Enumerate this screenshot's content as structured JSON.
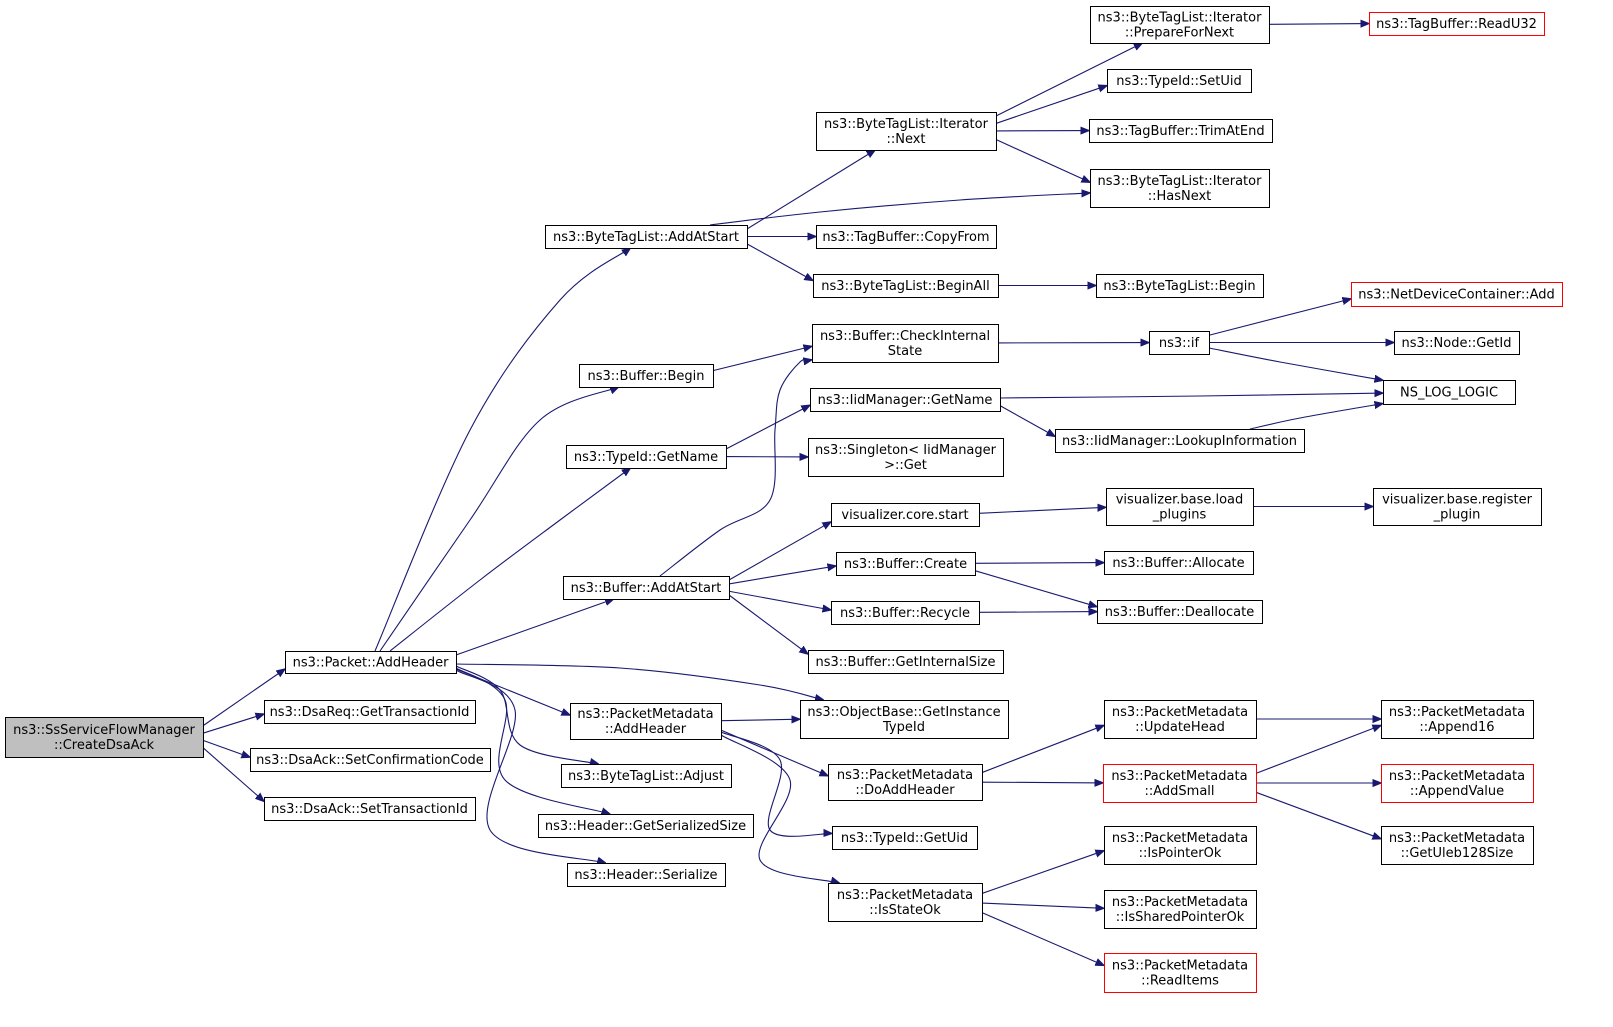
{
  "colors": {
    "edge": "#191970",
    "border_normal": "#000000",
    "border_truncated": "#ff0000",
    "fill_root": "#bfbfbf",
    "fill_normal": "#ffffff"
  },
  "nodes": [
    {
      "id": "root",
      "lines": [
        "ns3::SsServiceFlowManager",
        "::CreateDsaAck"
      ],
      "style": "root"
    },
    {
      "id": "addheader",
      "lines": [
        "ns3::Packet::AddHeader"
      ],
      "style": "normal"
    },
    {
      "id": "dsareq_gettid",
      "lines": [
        "ns3::DsaReq::GetTransactionId"
      ],
      "style": "normal"
    },
    {
      "id": "dsaack_setcc",
      "lines": [
        "ns3::DsaAck::SetConfirmationCode"
      ],
      "style": "normal"
    },
    {
      "id": "dsaack_settid",
      "lines": [
        "ns3::DsaAck::SetTransactionId"
      ],
      "style": "normal"
    },
    {
      "id": "btl_addatstart",
      "lines": [
        "ns3::ByteTagList::AddAtStart"
      ],
      "style": "normal"
    },
    {
      "id": "buffer_begin",
      "lines": [
        "ns3::Buffer::Begin"
      ],
      "style": "normal"
    },
    {
      "id": "typeid_getname",
      "lines": [
        "ns3::TypeId::GetName"
      ],
      "style": "normal"
    },
    {
      "id": "buffer_addatstart",
      "lines": [
        "ns3::Buffer::AddAtStart"
      ],
      "style": "normal"
    },
    {
      "id": "pm_addheader",
      "lines": [
        "ns3::PacketMetadata",
        "::AddHeader"
      ],
      "style": "normal"
    },
    {
      "id": "btl_adjust",
      "lines": [
        "ns3::ByteTagList::Adjust"
      ],
      "style": "normal"
    },
    {
      "id": "header_getsersize",
      "lines": [
        "ns3::Header::GetSerializedSize"
      ],
      "style": "normal"
    },
    {
      "id": "header_serialize",
      "lines": [
        "ns3::Header::Serialize"
      ],
      "style": "normal"
    },
    {
      "id": "btl_it_next",
      "lines": [
        "ns3::ByteTagList::Iterator",
        "::Next"
      ],
      "style": "normal"
    },
    {
      "id": "tagbuf_copyfrom",
      "lines": [
        "ns3::TagBuffer::CopyFrom"
      ],
      "style": "normal"
    },
    {
      "id": "btl_beginall",
      "lines": [
        "ns3::ByteTagList::BeginAll"
      ],
      "style": "normal"
    },
    {
      "id": "buffer_checkinternal",
      "lines": [
        "ns3::Buffer::CheckInternal",
        "State"
      ],
      "style": "normal"
    },
    {
      "id": "iidmgr_getname",
      "lines": [
        "ns3::IidManager::GetName"
      ],
      "style": "normal"
    },
    {
      "id": "singleton_get",
      "lines": [
        "ns3::Singleton< IidManager",
        ">::Get"
      ],
      "style": "normal"
    },
    {
      "id": "viz_core_start",
      "lines": [
        "visualizer.core.start"
      ],
      "style": "normal"
    },
    {
      "id": "buffer_create",
      "lines": [
        "ns3::Buffer::Create"
      ],
      "style": "normal"
    },
    {
      "id": "buffer_recycle",
      "lines": [
        "ns3::Buffer::Recycle"
      ],
      "style": "normal"
    },
    {
      "id": "buffer_getinternalsize",
      "lines": [
        "ns3::Buffer::GetInternalSize"
      ],
      "style": "normal"
    },
    {
      "id": "objbase_getinsttid",
      "lines": [
        "ns3::ObjectBase::GetInstance",
        "TypeId"
      ],
      "style": "normal"
    },
    {
      "id": "pm_doaddheader",
      "lines": [
        "ns3::PacketMetadata",
        "::DoAddHeader"
      ],
      "style": "normal"
    },
    {
      "id": "typeid_getuid",
      "lines": [
        "ns3::TypeId::GetUid"
      ],
      "style": "normal"
    },
    {
      "id": "pm_isstateok",
      "lines": [
        "ns3::PacketMetadata",
        "::IsStateOk"
      ],
      "style": "normal"
    },
    {
      "id": "btl_it_preparefornext",
      "lines": [
        "ns3::ByteTagList::Iterator",
        "::PrepareForNext"
      ],
      "style": "normal"
    },
    {
      "id": "typeid_setuid",
      "lines": [
        "ns3::TypeId::SetUid"
      ],
      "style": "normal"
    },
    {
      "id": "tagbuf_trimatend",
      "lines": [
        "ns3::TagBuffer::TrimAtEnd"
      ],
      "style": "normal"
    },
    {
      "id": "btl_it_hasnext",
      "lines": [
        "ns3::ByteTagList::Iterator",
        "::HasNext"
      ],
      "style": "normal"
    },
    {
      "id": "btl_begin",
      "lines": [
        "ns3::ByteTagList::Begin"
      ],
      "style": "normal"
    },
    {
      "id": "ns3_if",
      "lines": [
        "ns3::if"
      ],
      "style": "normal"
    },
    {
      "id": "iidmgr_lookupinfo",
      "lines": [
        "ns3::IidManager::LookupInformation"
      ],
      "style": "normal"
    },
    {
      "id": "viz_base_loadplugins",
      "lines": [
        "visualizer.base.load",
        "_plugins"
      ],
      "style": "normal"
    },
    {
      "id": "buffer_allocate",
      "lines": [
        "ns3::Buffer::Allocate"
      ],
      "style": "normal"
    },
    {
      "id": "buffer_deallocate",
      "lines": [
        "ns3::Buffer::Deallocate"
      ],
      "style": "normal"
    },
    {
      "id": "pm_updatehead",
      "lines": [
        "ns3::PacketMetadata",
        "::UpdateHead"
      ],
      "style": "normal"
    },
    {
      "id": "pm_addsmall",
      "lines": [
        "ns3::PacketMetadata",
        "::AddSmall"
      ],
      "style": "truncated"
    },
    {
      "id": "pm_ispointerok",
      "lines": [
        "ns3::PacketMetadata",
        "::IsPointerOk"
      ],
      "style": "normal"
    },
    {
      "id": "pm_issharedpointerok",
      "lines": [
        "ns3::PacketMetadata",
        "::IsSharedPointerOk"
      ],
      "style": "normal"
    },
    {
      "id": "pm_readitems",
      "lines": [
        "ns3::PacketMetadata",
        "::ReadItems"
      ],
      "style": "truncated"
    },
    {
      "id": "tagbuf_readu32",
      "lines": [
        "ns3::TagBuffer::ReadU32"
      ],
      "style": "truncated"
    },
    {
      "id": "netdevcont_add",
      "lines": [
        "ns3::NetDeviceContainer::Add"
      ],
      "style": "truncated"
    },
    {
      "id": "node_getid",
      "lines": [
        "ns3::Node::GetId"
      ],
      "style": "normal"
    },
    {
      "id": "ns_log_logic",
      "lines": [
        "NS_LOG_LOGIC"
      ],
      "style": "normal"
    },
    {
      "id": "viz_base_registerplugin",
      "lines": [
        "visualizer.base.register",
        "_plugin"
      ],
      "style": "normal"
    },
    {
      "id": "pm_append16",
      "lines": [
        "ns3::PacketMetadata",
        "::Append16"
      ],
      "style": "normal"
    },
    {
      "id": "pm_appendvalue",
      "lines": [
        "ns3::PacketMetadata",
        "::AppendValue"
      ],
      "style": "truncated"
    },
    {
      "id": "pm_getuleb128size",
      "lines": [
        "ns3::PacketMetadata",
        "::GetUleb128Size"
      ],
      "style": "normal"
    }
  ],
  "edges": [
    [
      "root",
      "addheader"
    ],
    [
      "root",
      "dsareq_gettid"
    ],
    [
      "root",
      "dsaack_setcc"
    ],
    [
      "root",
      "dsaack_settid"
    ],
    [
      "addheader",
      "btl_addatstart"
    ],
    [
      "addheader",
      "buffer_begin"
    ],
    [
      "addheader",
      "typeid_getname"
    ],
    [
      "addheader",
      "buffer_addatstart"
    ],
    [
      "addheader",
      "objbase_getinsttid"
    ],
    [
      "addheader",
      "pm_addheader"
    ],
    [
      "addheader",
      "btl_adjust"
    ],
    [
      "addheader",
      "header_getsersize"
    ],
    [
      "addheader",
      "header_serialize"
    ],
    [
      "btl_addatstart",
      "btl_it_next"
    ],
    [
      "btl_addatstart",
      "btl_it_hasnext"
    ],
    [
      "btl_addatstart",
      "tagbuf_copyfrom"
    ],
    [
      "btl_addatstart",
      "btl_beginall"
    ],
    [
      "btl_it_next",
      "btl_it_preparefornext"
    ],
    [
      "btl_it_next",
      "typeid_setuid"
    ],
    [
      "btl_it_next",
      "tagbuf_trimatend"
    ],
    [
      "btl_it_next",
      "btl_it_hasnext"
    ],
    [
      "btl_it_preparefornext",
      "tagbuf_readu32"
    ],
    [
      "btl_beginall",
      "btl_begin"
    ],
    [
      "buffer_begin",
      "buffer_checkinternal"
    ],
    [
      "buffer_checkinternal",
      "ns3_if"
    ],
    [
      "ns3_if",
      "netdevcont_add"
    ],
    [
      "ns3_if",
      "node_getid"
    ],
    [
      "ns3_if",
      "ns_log_logic"
    ],
    [
      "typeid_getname",
      "iidmgr_getname"
    ],
    [
      "typeid_getname",
      "singleton_get"
    ],
    [
      "iidmgr_getname",
      "ns_log_logic"
    ],
    [
      "iidmgr_getname",
      "iidmgr_lookupinfo"
    ],
    [
      "iidmgr_lookupinfo",
      "ns_log_logic"
    ],
    [
      "buffer_addatstart",
      "buffer_checkinternal"
    ],
    [
      "buffer_addatstart",
      "viz_core_start"
    ],
    [
      "buffer_addatstart",
      "buffer_create"
    ],
    [
      "buffer_addatstart",
      "buffer_recycle"
    ],
    [
      "buffer_addatstart",
      "buffer_getinternalsize"
    ],
    [
      "viz_core_start",
      "viz_base_loadplugins"
    ],
    [
      "viz_base_loadplugins",
      "viz_base_registerplugin"
    ],
    [
      "buffer_create",
      "buffer_allocate"
    ],
    [
      "buffer_create",
      "buffer_deallocate"
    ],
    [
      "buffer_recycle",
      "buffer_deallocate"
    ],
    [
      "pm_addheader",
      "objbase_getinsttid"
    ],
    [
      "pm_addheader",
      "pm_doaddheader"
    ],
    [
      "pm_addheader",
      "typeid_getuid"
    ],
    [
      "pm_addheader",
      "pm_isstateok"
    ],
    [
      "pm_doaddheader",
      "pm_updatehead"
    ],
    [
      "pm_doaddheader",
      "pm_addsmall"
    ],
    [
      "pm_updatehead",
      "pm_append16"
    ],
    [
      "pm_addsmall",
      "pm_append16"
    ],
    [
      "pm_addsmall",
      "pm_appendvalue"
    ],
    [
      "pm_addsmall",
      "pm_getuleb128size"
    ],
    [
      "pm_isstateok",
      "pm_ispointerok"
    ],
    [
      "pm_isstateok",
      "pm_issharedpointerok"
    ],
    [
      "pm_isstateok",
      "pm_readitems"
    ]
  ]
}
